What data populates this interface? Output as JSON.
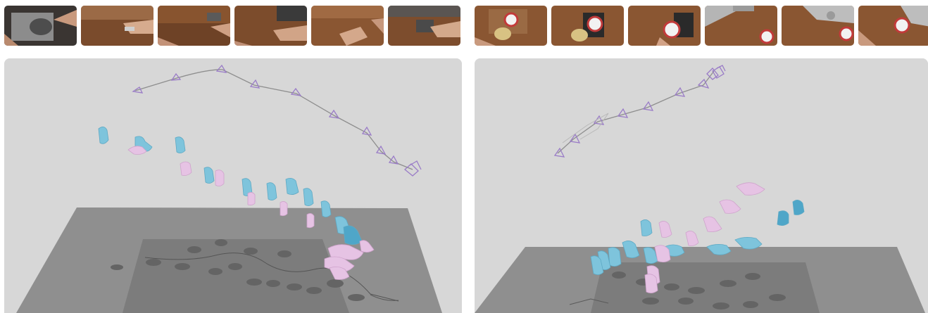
{
  "figure": {
    "left_sequence": {
      "frames": [
        "frame-1",
        "frame-2",
        "frame-3",
        "frame-4",
        "frame-5",
        "frame-6"
      ],
      "scene": "3d-hand-and-camera-trajectory"
    },
    "right_sequence": {
      "frames": [
        "frame-1",
        "frame-2",
        "frame-3",
        "frame-4",
        "frame-5",
        "frame-6"
      ],
      "scene": "3d-hand-and-camera-trajectory"
    },
    "colors": {
      "panel_background": "#d7d7d7",
      "floor_plane": "#8f8f8f",
      "shadow": "#6f6f6f",
      "camera_frustum": "#9a7cc7",
      "left_hand": "#e6c3e4",
      "right_hand": "#7ec4dc",
      "wood": "#8a5a3a"
    }
  }
}
